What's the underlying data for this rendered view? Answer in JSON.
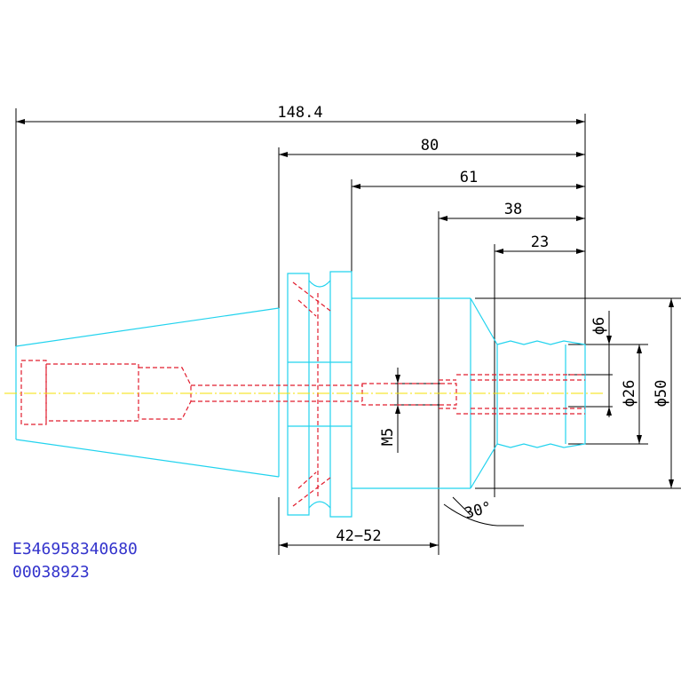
{
  "dimensions": {
    "overall_length": "148.4",
    "length_80": "80",
    "length_61": "61",
    "length_38": "38",
    "length_23": "23",
    "range_42_52": "42−52",
    "dia_6": "ϕ6",
    "dia_26": "ϕ26",
    "dia_50": "ϕ50",
    "thread_m5": "M5",
    "angle_30": "30°"
  },
  "codes": {
    "line1": "E346958340680",
    "line2": "00038923"
  },
  "colors": {
    "outline": "#22d3ee",
    "hidden": "#e11d2e",
    "centerline": "#f5e000",
    "dimension": "#000000",
    "code_text": "#3333cc"
  }
}
